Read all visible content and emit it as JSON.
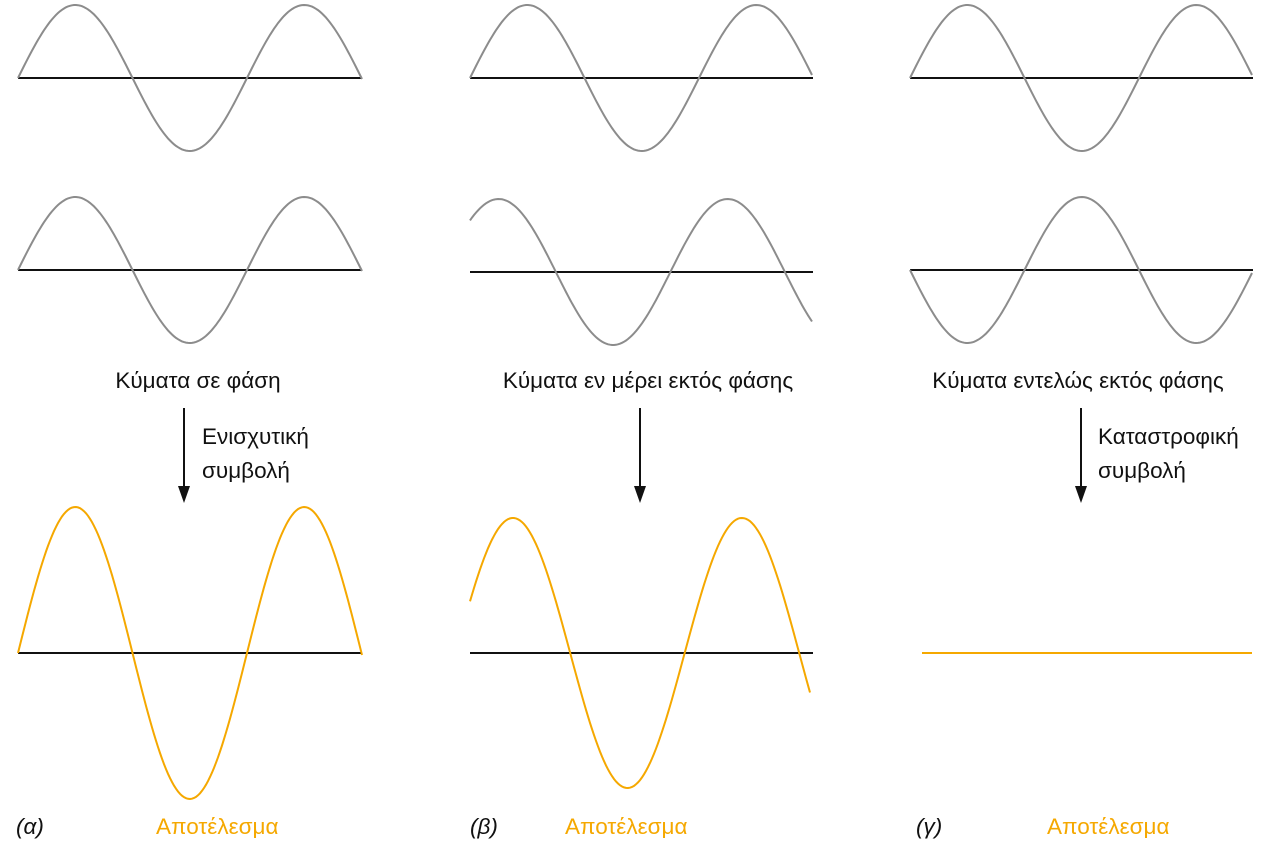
{
  "colors": {
    "input_wave": "#8c8c8c",
    "result_wave": "#f5a800",
    "baseline": "#111111",
    "text": "#111111",
    "result_text": "#f5a800"
  },
  "panels": [
    {
      "id": "a",
      "panel_label": "(α)",
      "caption": "Κύματα σε φάση",
      "interference_line1": "Ενισχυτική",
      "interference_line2": "συμβολή",
      "result_label": "Αποτέλεσμα",
      "wave1_phase_deg": 0,
      "wave2_phase_deg": 0,
      "result_amplitude_ratio": 2.0,
      "result_phase_deg": 0
    },
    {
      "id": "b",
      "panel_label": "(β)",
      "caption": "Κύματα εν μέρει εκτός φάσης",
      "interference_line1": "",
      "interference_line2": "",
      "result_label": "Αποτέλεσμα",
      "wave1_phase_deg": 0,
      "wave2_phase_deg": 45,
      "result_amplitude_ratio": 1.85,
      "result_phase_deg": 22.5
    },
    {
      "id": "c",
      "panel_label": "(γ)",
      "caption": "Κύματα εντελώς εκτός φάσης",
      "interference_line1": "Καταστροφική",
      "interference_line2": "συμβολή",
      "result_label": "Αποτέλεσμα",
      "wave1_phase_deg": 0,
      "wave2_phase_deg": 180,
      "result_amplitude_ratio": 0,
      "result_phase_deg": 0
    }
  ]
}
